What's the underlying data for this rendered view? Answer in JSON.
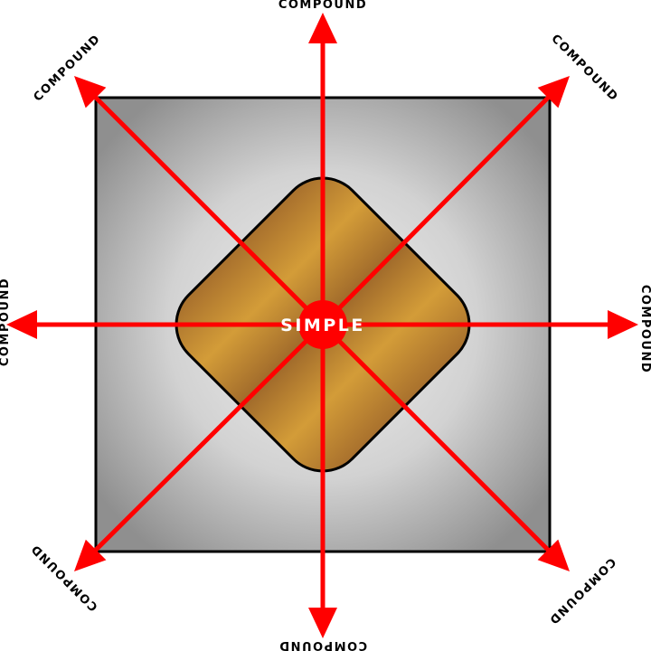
{
  "center": {
    "label": "SIMPLE"
  },
  "directions": [
    {
      "id": "north",
      "label": "COMPOUND"
    },
    {
      "id": "north-east",
      "label": "COMPOUND"
    },
    {
      "id": "east",
      "label": "COMPOUND"
    },
    {
      "id": "south-east",
      "label": "COMPOUND"
    },
    {
      "id": "south",
      "label": "COMPOUND"
    },
    {
      "id": "south-west",
      "label": "COMPOUND"
    },
    {
      "id": "west",
      "label": "COMPOUND"
    },
    {
      "id": "north-west",
      "label": "COMPOUND"
    }
  ],
  "colors": {
    "arrow": "#ff0000",
    "square_light": "#f1f1f1",
    "square_dark": "#9a9a9a",
    "diamond_light": "#d39c38",
    "diamond_dark": "#a8702d",
    "outline": "#000000"
  }
}
